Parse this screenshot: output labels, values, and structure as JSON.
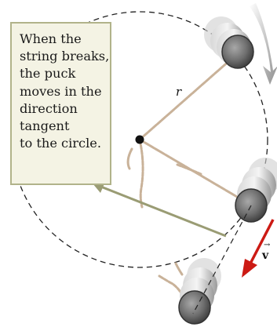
{
  "callout": {
    "lines": [
      "When the",
      "string breaks,",
      "the puck",
      "moves in the",
      "direction",
      "tangent",
      "to the circle."
    ]
  },
  "labels": {
    "radius": "r",
    "velocity": "v",
    "vector_arrow": "→"
  },
  "colors": {
    "circle": "#222222",
    "string": "#c9b299",
    "velocity_arrow": "#cc1a14",
    "motion_arrow": "#8a8a8a",
    "callout_fill": "#f4f3e4",
    "callout_border": "#b1b38a"
  }
}
